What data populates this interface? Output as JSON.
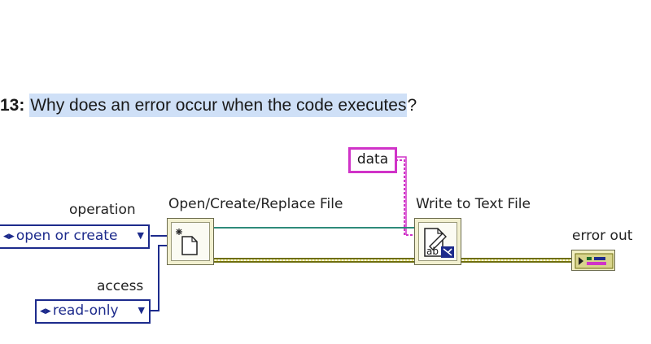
{
  "question": {
    "number": "13:",
    "text": "Why does an error occur when the code executes",
    "suffix": "?"
  },
  "diagram": {
    "data_constant": "data",
    "open_file_label": "Open/Create/Replace File",
    "write_file_label": "Write to Text File",
    "operation_label": "operation",
    "operation_value": "open or create",
    "access_label": "access",
    "access_value": "read-only",
    "error_out_label": "error out",
    "write_icon_text": "ab"
  },
  "colors": {
    "refnum_wire": "#2e8b7a",
    "enum_wire": "#1d2b8c",
    "string_wire": "#d033c8",
    "error_wire": "#8b8b1a",
    "highlight": "#cfe0f7"
  }
}
